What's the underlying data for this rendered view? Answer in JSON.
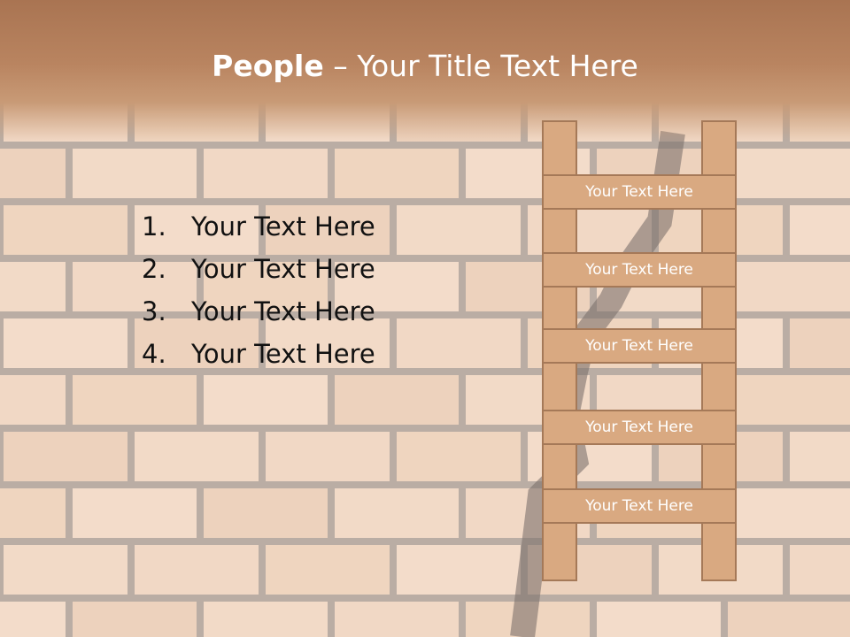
{
  "title": {
    "bold": "People",
    "rest": " – Your Title Text Here"
  },
  "list": [
    {
      "num": "1.",
      "text": "Your Text Here"
    },
    {
      "num": "2.",
      "text": "Your Text Here"
    },
    {
      "num": "3.",
      "text": "Your Text Here"
    },
    {
      "num": "4.",
      "text": "Your Text Here"
    }
  ],
  "ladder": {
    "rungs": [
      "Your Text Here",
      "Your Text Here",
      "Your Text Here",
      "Your Text Here",
      "Your Text Here"
    ]
  },
  "colors": {
    "header": "#b98460",
    "ladder_fill": "#d9a981",
    "ladder_border": "#a57958",
    "wall_brick": "#efcdb4",
    "mortar": "#8a7f78"
  }
}
